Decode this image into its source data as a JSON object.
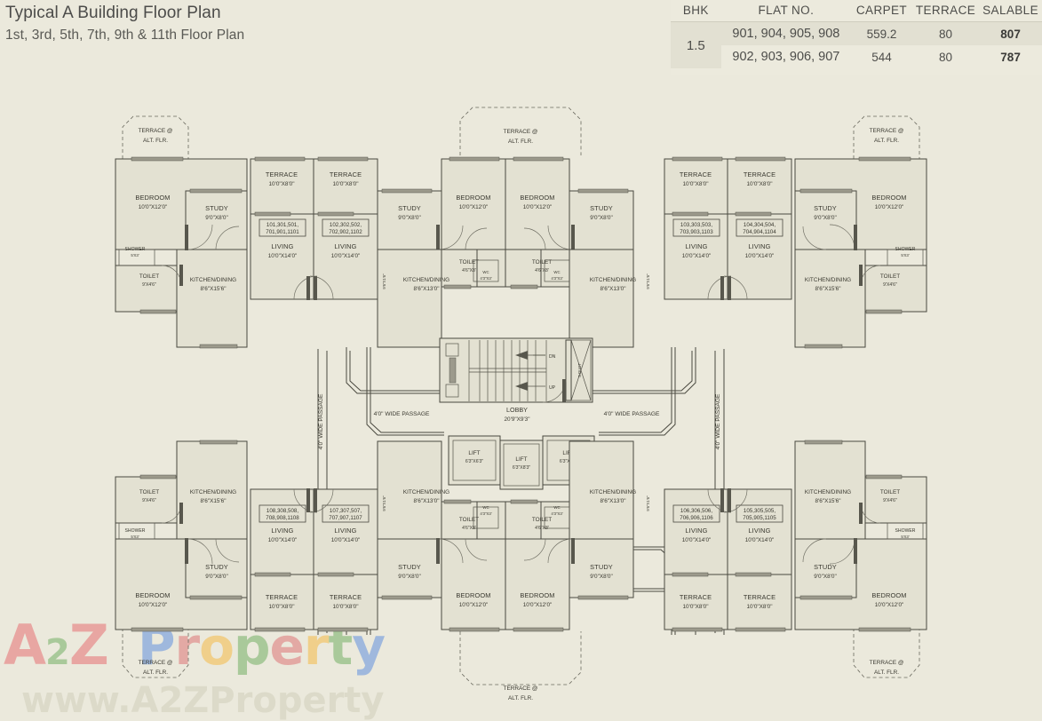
{
  "header": {
    "title": "Typical A Building Floor Plan",
    "subtitle": "1st, 3rd, 5th, 7th, 9th & 11th Floor Plan"
  },
  "table": {
    "columns": [
      "BHK",
      "FLAT NO.",
      "CARPET",
      "TERRACE",
      "SALABLE"
    ],
    "rows": [
      {
        "bhk": "1.5",
        "flat_no": "901, 904, 905, 908",
        "carpet": "559.2",
        "terrace": "80",
        "salable": "807"
      },
      {
        "bhk": "",
        "flat_no": "902, 903, 906, 907",
        "carpet": "544",
        "terrace": "80",
        "salable": "787"
      }
    ]
  },
  "watermark": {
    "logo_a": "A",
    "logo_2": "2",
    "logo_z": "Z",
    "word": [
      "P",
      "r",
      "o",
      "p",
      "e",
      "r",
      "t",
      "y"
    ],
    "url": "www.A2ZProperty"
  },
  "plan": {
    "labels": {
      "bedroom": "BEDROOM",
      "bedroom_dim": "10'0\"X12'0\"",
      "study": "STUDY",
      "study_dim": "9'0\"X8'0\"",
      "living": "LIVING",
      "living_dim": "10'0\"X14'0\"",
      "terrace": "TERRACE",
      "terrace_dim": "10'0\"X8'0\"",
      "kitchen": "KITCHEN/DINING",
      "kitchen_dim_156": "8'6\"X15'6\"",
      "kitchen_dim_130": "8'6\"X13'0\"",
      "toilet": "TOILET",
      "toilet_dim_946": "9'X4'6\"",
      "toilet_dim_468": "4'6\"X8'",
      "shower": "SHOWER",
      "shower_dim": "5'X3'",
      "wc": "WC",
      "wc_dim": "4'3\"X3'",
      "terrace_alt_1": "TERRACE @",
      "terrace_alt_2": "ALT. FLR.",
      "lobby": "LOBBY",
      "lobby_dim": "20'9\"X9'3\"",
      "lift": "LIFT",
      "lift_dim_63": "6'3\"X6'3\"",
      "lift_dim_83": "6'3\"X8'3\"",
      "passage": "4'0\" WIDE PASSAGE",
      "duct": "S.DUCT",
      "dn": "DN",
      "up": "UP",
      "vdim_9616": "9'6\"X1'6\""
    },
    "flat_groups": {
      "tl1": [
        "101,301,501,",
        "701,901,1101"
      ],
      "tl2": [
        "102,302,502,",
        "702,902,1102"
      ],
      "tr1": [
        "103,303,503,",
        "703,903,1103"
      ],
      "tr2": [
        "104,304,504,",
        "704,904,1104"
      ],
      "bl1": [
        "108,308,508,",
        "708,908,1108"
      ],
      "bl2": [
        "107,307,507,",
        "707,907,1107"
      ],
      "br1": [
        "106,306,506,",
        "706,906,1106"
      ],
      "br2": [
        "105,305,505,",
        "705,905,1105"
      ]
    }
  }
}
